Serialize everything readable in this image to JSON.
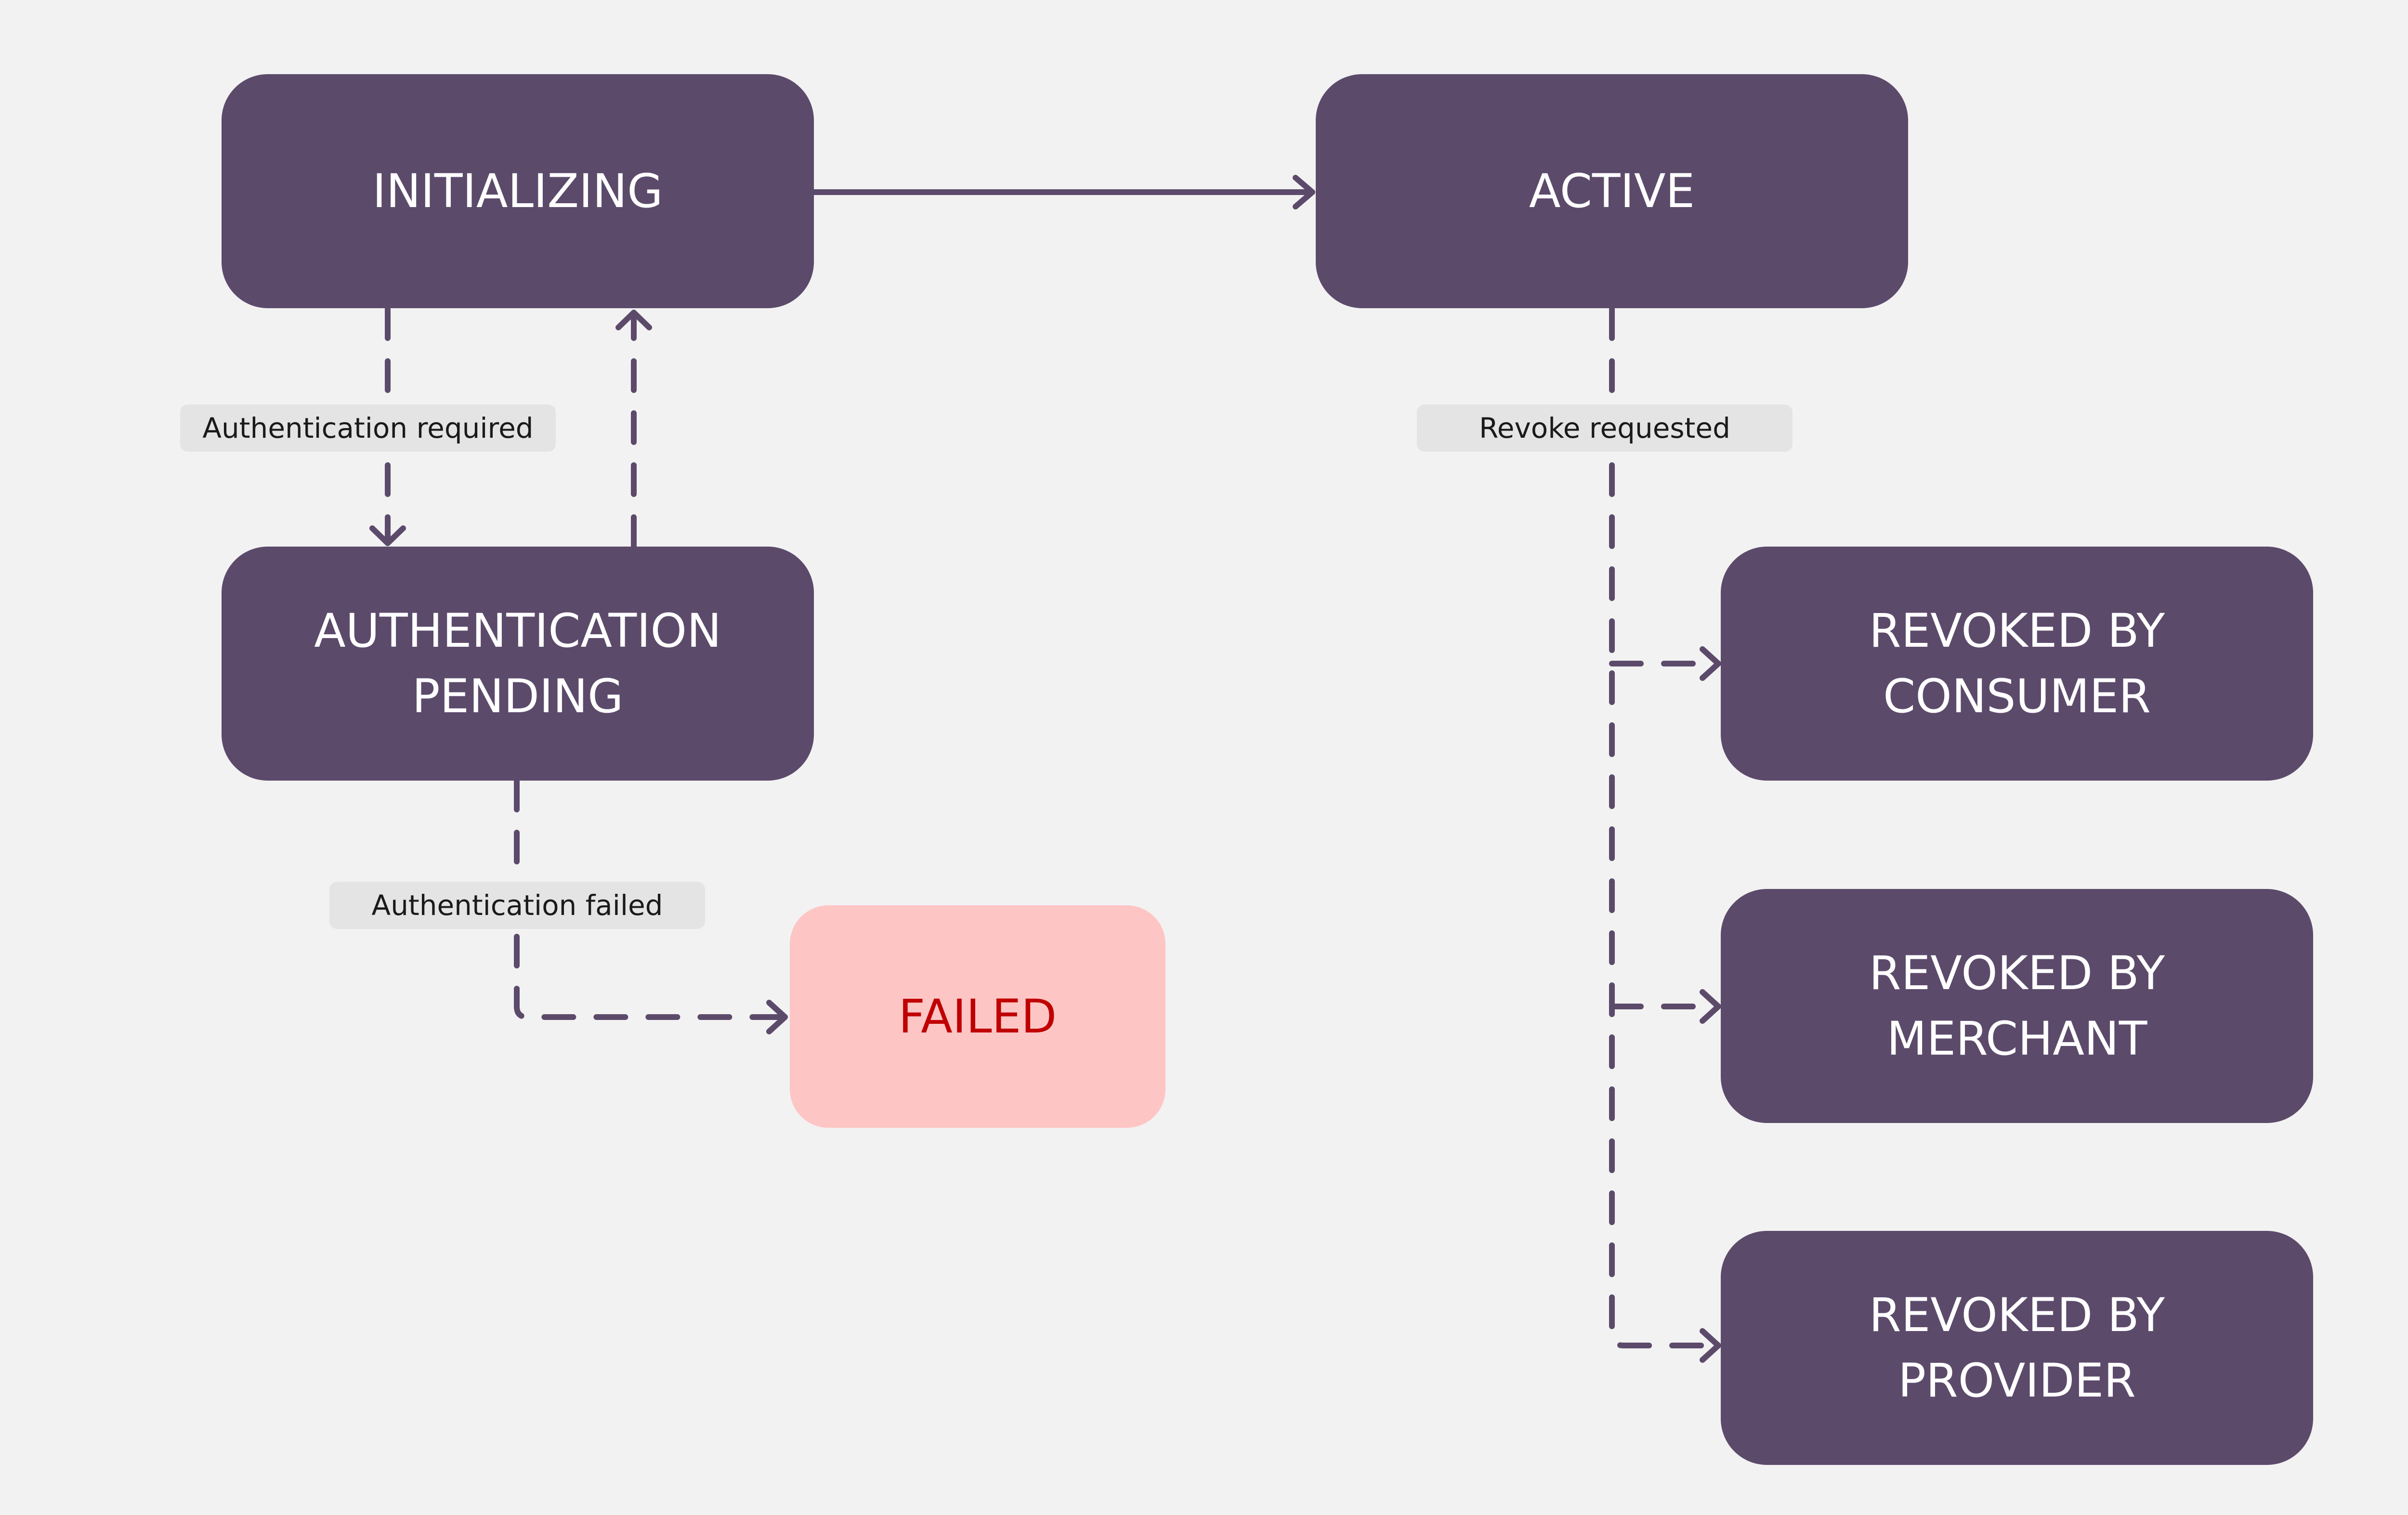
{
  "colors": {
    "background": "#f2f2f2",
    "state_fill": "#5c4a6b",
    "state_text": "#ffffff",
    "failed_fill": "#fec5c5",
    "failed_text": "#c00000",
    "edge": "#5c4a6b",
    "label_fill": "#e4e4e4",
    "label_text": "#1a1a1a"
  },
  "states": {
    "initializing": "INITIALIZING",
    "active": "ACTIVE",
    "authentication_pending": "AUTHENTICATION\nPENDING",
    "failed": "FAILED",
    "revoked_by_consumer": "REVOKED BY\nCONSUMER",
    "revoked_by_merchant": "REVOKED BY\nMERCHANT",
    "revoked_by_provider": "REVOKED BY\nPROVIDER"
  },
  "transitions": {
    "authentication_required": "Authentication required",
    "authentication_failed": "Authentication failed",
    "revoke_requested": "Revoke requested"
  }
}
